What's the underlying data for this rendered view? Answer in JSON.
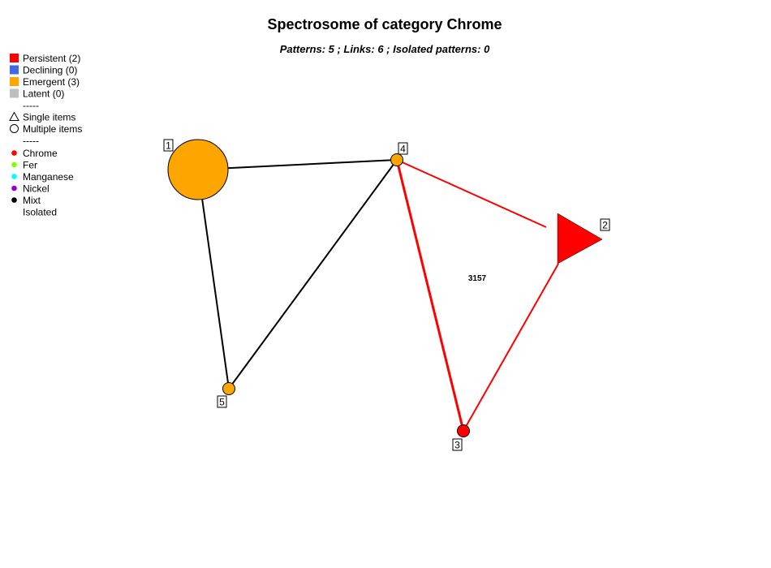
{
  "title": "Spectrosome of category Chrome",
  "subtitle": "Patterns: 5 ; Links: 6 ; Isolated patterns: 0",
  "legend": {
    "status": [
      {
        "label": "Persistent (2)",
        "color": "#ff0000"
      },
      {
        "label": "Declining (0)",
        "color": "#4169e1"
      },
      {
        "label": "Emergent (3)",
        "color": "#ffa500"
      },
      {
        "label": "Latent (0)",
        "color": "#bebebe"
      }
    ],
    "separator1": "-----",
    "shapes": [
      {
        "label": "Single items",
        "shape": "triangle"
      },
      {
        "label": "Multiple items",
        "shape": "circle"
      }
    ],
    "separator2": "-----",
    "categories": [
      {
        "label": "Chrome",
        "color": "#ff0000"
      },
      {
        "label": "Fer",
        "color": "#7fff00"
      },
      {
        "label": "Manganese",
        "color": "#00ffff"
      },
      {
        "label": "Nickel",
        "color": "#9400d3"
      },
      {
        "label": "Mixt",
        "color": "#000000"
      },
      {
        "label": "Isolated",
        "color": null
      }
    ]
  },
  "nodes": [
    {
      "id": "1",
      "label": "1",
      "status": "Emergent",
      "shape": "circle",
      "color": "#ffa500"
    },
    {
      "id": "2",
      "label": "2",
      "status": "Persistent",
      "shape": "triangle",
      "color": "#ff0000"
    },
    {
      "id": "3",
      "label": "3",
      "status": "Persistent",
      "shape": "circle",
      "color": "#ff0000"
    },
    {
      "id": "4",
      "label": "4",
      "status": "Emergent",
      "shape": "circle",
      "color": "#ffa500"
    },
    {
      "id": "5",
      "label": "5",
      "status": "Emergent",
      "shape": "circle",
      "color": "#ffa500"
    }
  ],
  "links": [
    {
      "from": "1",
      "to": "4",
      "color": "#000000"
    },
    {
      "from": "1",
      "to": "5",
      "color": "#000000"
    },
    {
      "from": "4",
      "to": "5",
      "color": "#000000"
    },
    {
      "from": "4",
      "to": "2",
      "color": "#ff0000"
    },
    {
      "from": "4",
      "to": "3",
      "color": "#ff0000"
    },
    {
      "from": "2",
      "to": "3",
      "color": "#ff0000"
    }
  ],
  "edge_label": "3157"
}
